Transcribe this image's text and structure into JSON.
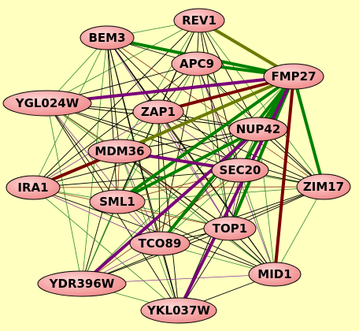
{
  "colors": {
    "background": "#ffffc0",
    "node_fill_light": "#ffd4d4",
    "node_fill_dark": "#f08a8a",
    "edge_black": "#000000",
    "edge_green": "#008000",
    "edge_olive": "#6b7a00",
    "edge_purple": "#7a007a",
    "edge_darkred": "#7a0000",
    "edge_thin_green": "#2f8a2f",
    "edge_thin_purple": "#8a3a9a",
    "edge_thin_brown": "#8a3a1a"
  },
  "nodes": [
    {
      "id": "REV1",
      "label": "REV1"
    },
    {
      "id": "BEM3",
      "label": "BEM3"
    },
    {
      "id": "APC9",
      "label": "APC9"
    },
    {
      "id": "FMP27",
      "label": "FMP27"
    },
    {
      "id": "YGL024W",
      "label": "YGL024W"
    },
    {
      "id": "ZAP1",
      "label": "ZAP1"
    },
    {
      "id": "NUP42",
      "label": "NUP42"
    },
    {
      "id": "MDM36",
      "label": "MDM36"
    },
    {
      "id": "SEC20",
      "label": "SEC20"
    },
    {
      "id": "IRA1",
      "label": "IRA1"
    },
    {
      "id": "SML1",
      "label": "SML1"
    },
    {
      "id": "ZIM17",
      "label": "ZIM17"
    },
    {
      "id": "TOP1",
      "label": "TOP1"
    },
    {
      "id": "TCO89",
      "label": "TCO89"
    },
    {
      "id": "MID1",
      "label": "MID1"
    },
    {
      "id": "YDR396W",
      "label": "YDR396W"
    },
    {
      "id": "YKL037W",
      "label": "YKL037W"
    }
  ],
  "thick_edges": [
    {
      "source": "BEM3",
      "target": "FMP27",
      "color": "green"
    },
    {
      "source": "REV1",
      "target": "FMP27",
      "color": "olive"
    },
    {
      "source": "APC9",
      "target": "FMP27",
      "color": "green"
    },
    {
      "source": "YGL024W",
      "target": "FMP27",
      "color": "purple"
    },
    {
      "source": "ZAP1",
      "target": "FMP27",
      "color": "darkred"
    },
    {
      "source": "MDM36",
      "target": "FMP27",
      "color": "olive"
    },
    {
      "source": "SML1",
      "target": "FMP27",
      "color": "green"
    },
    {
      "source": "NUP42",
      "target": "FMP27",
      "color": "green"
    },
    {
      "source": "SEC20",
      "target": "FMP27",
      "color": "green"
    },
    {
      "source": "ZIM17",
      "target": "FMP27",
      "color": "green"
    },
    {
      "source": "TOP1",
      "target": "FMP27",
      "color": "green"
    },
    {
      "source": "TCO89",
      "target": "FMP27",
      "color": "green"
    },
    {
      "source": "MID1",
      "target": "FMP27",
      "color": "darkred"
    },
    {
      "source": "YDR396W",
      "target": "NUP42",
      "color": "purple"
    },
    {
      "source": "YKL037W",
      "target": "FMP27",
      "color": "purple"
    },
    {
      "source": "IRA1",
      "target": "MDM36",
      "color": "darkred"
    },
    {
      "source": "SML1",
      "target": "NUP42",
      "color": "green"
    },
    {
      "source": "MDM36",
      "target": "SEC20",
      "color": "purple"
    }
  ]
}
